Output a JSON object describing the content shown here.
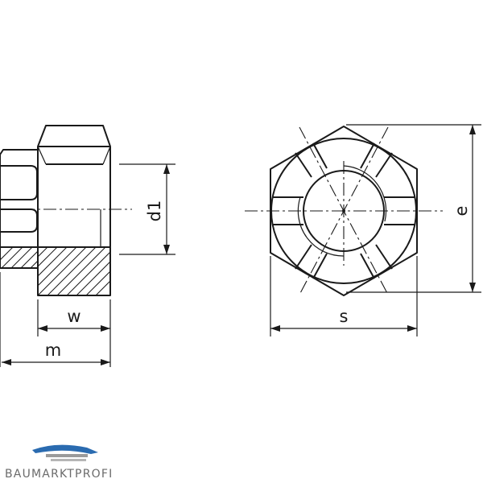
{
  "dimensions": {
    "w": "w",
    "m": "m",
    "d1": "d1",
    "e": "e",
    "s": "s"
  },
  "logo": {
    "text": "BAUMARKTPROFI",
    "brand_color": "#2a6bb0",
    "text_color": "#6b6b6b"
  },
  "colors": {
    "line": "#1a1a1a",
    "background": "#ffffff"
  }
}
